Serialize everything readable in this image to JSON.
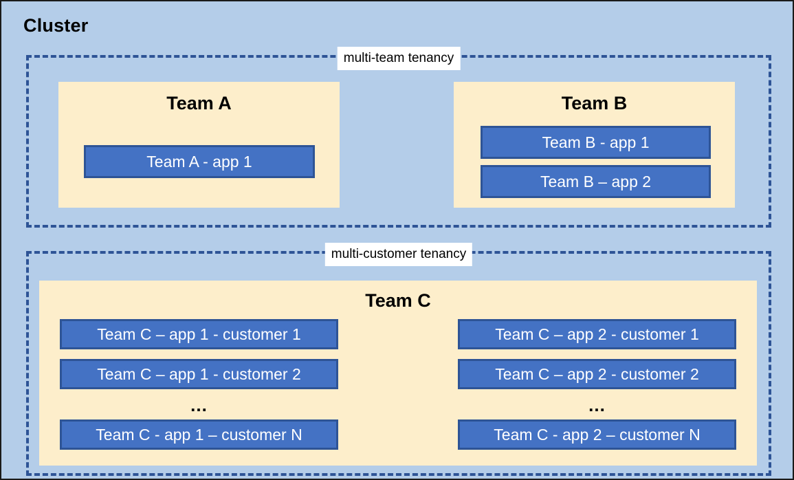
{
  "diagram": {
    "title": "Cluster",
    "background_color": "#b4cde9",
    "panel_color": "#fdeecb",
    "app_box_color": "#4472c4",
    "app_box_border_color": "#2e5496",
    "dash_color": "#2e5496",
    "groups": [
      {
        "id": "multi-team",
        "label": "multi-team tenancy",
        "teams": [
          {
            "id": "team-a",
            "title": "Team A",
            "apps": [
              {
                "label": "Team A - app 1"
              }
            ]
          },
          {
            "id": "team-b",
            "title": "Team B",
            "apps": [
              {
                "label": "Team B - app 1"
              },
              {
                "label": "Team B – app 2"
              }
            ]
          }
        ]
      },
      {
        "id": "multi-customer",
        "label": "multi-customer tenancy",
        "teams": [
          {
            "id": "team-c",
            "title": "Team C",
            "columns": [
              {
                "id": "team-c-app-1",
                "items": [
                  {
                    "type": "box",
                    "label": "Team C – app 1 - customer 1"
                  },
                  {
                    "type": "box",
                    "label": "Team C – app 1 - customer 2"
                  },
                  {
                    "type": "ellipsis",
                    "label": "..."
                  },
                  {
                    "type": "box",
                    "label": "Team C - app 1 – customer N"
                  }
                ]
              },
              {
                "id": "team-c-app-2",
                "items": [
                  {
                    "type": "box",
                    "label": "Team C – app 2 - customer 1"
                  },
                  {
                    "type": "box",
                    "label": "Team C – app 2 - customer 2"
                  },
                  {
                    "type": "ellipsis",
                    "label": "..."
                  },
                  {
                    "type": "box",
                    "label": "Team C - app 2 – customer N"
                  }
                ]
              }
            ]
          }
        ]
      }
    ]
  }
}
